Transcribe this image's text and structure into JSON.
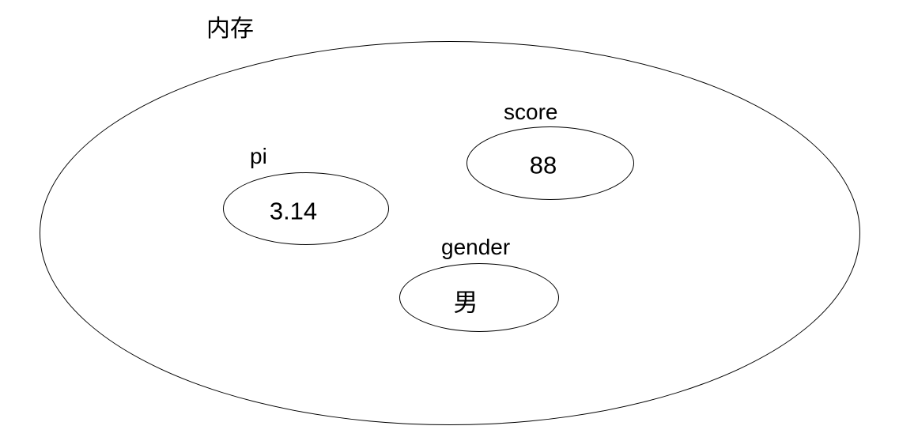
{
  "diagram": {
    "type": "memory-variables-diagram",
    "title": "内存",
    "variables": [
      {
        "name": "pi",
        "value": "3.14"
      },
      {
        "name": "score",
        "value": "88"
      },
      {
        "name": "gender",
        "value": "男"
      }
    ]
  },
  "colors": {
    "background": "#ffffff",
    "stroke": "#000000",
    "text": "#000000"
  }
}
